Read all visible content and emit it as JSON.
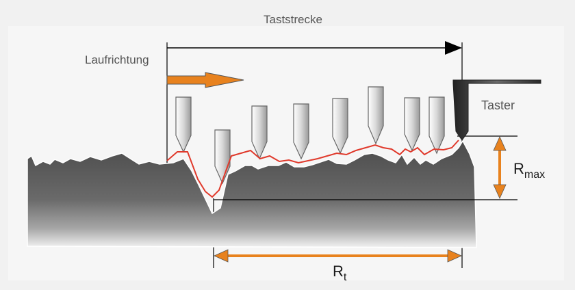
{
  "labels": {
    "measuring_length": "Taststrecke",
    "travel_direction": "Laufrichtung",
    "stylus_tip": "Taster",
    "rmax_main": "R",
    "rmax_sub": "max",
    "rt_main": "R",
    "rt_sub": "t"
  },
  "colors": {
    "background": "#f1f1f1",
    "inner_panel": "#f6f6f6",
    "accent_orange": "#e8821e",
    "profile_red": "#e0392b",
    "material_dark": "#555555",
    "line": "#000000"
  }
}
